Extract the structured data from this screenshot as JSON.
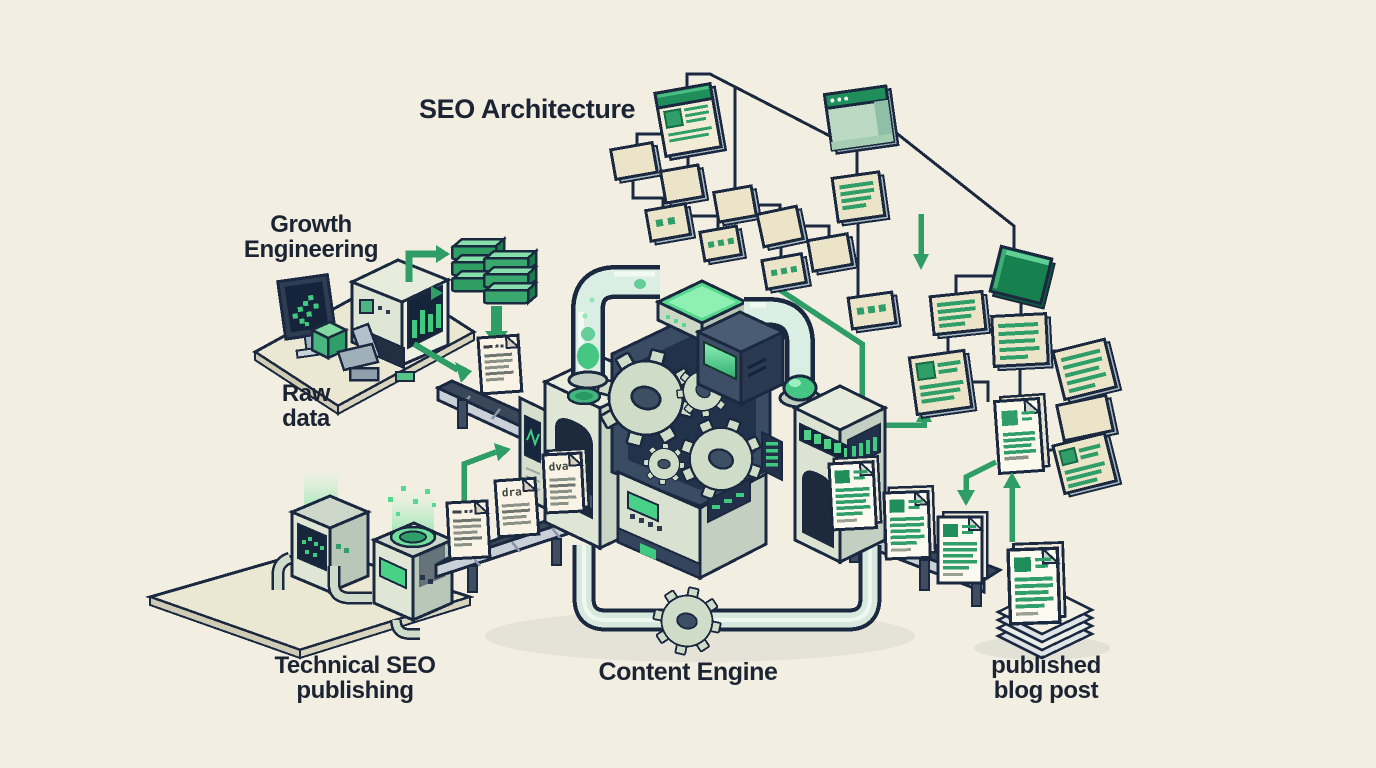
{
  "labels": {
    "seo_architecture": "SEO Architecture",
    "growth_line1": "Growth",
    "growth_line2": "Engineering",
    "raw_line1": "Raw",
    "raw_line2": "data",
    "technical_line1": "Technical SEO",
    "technical_line2": "publishing",
    "content_engine": "Content Engine",
    "published_line1": "published",
    "published_line2": "blog post"
  },
  "document_tags": {
    "left_doc": "dra",
    "right_doc": "dva"
  },
  "palette": {
    "background": "#f6f3e6",
    "text": "#1c2433",
    "outline": "#1b2940",
    "green_dark": "#1f8e5a",
    "green_mid": "#2f9e68",
    "green_bright": "#4fd08a",
    "mint": "#bcd9c4",
    "cream": "#ece4c9",
    "machine_light": "#dfe6d6",
    "machine_dark": "#2c3b50",
    "belt": "#3a4659",
    "glass": "#d9efe2"
  }
}
